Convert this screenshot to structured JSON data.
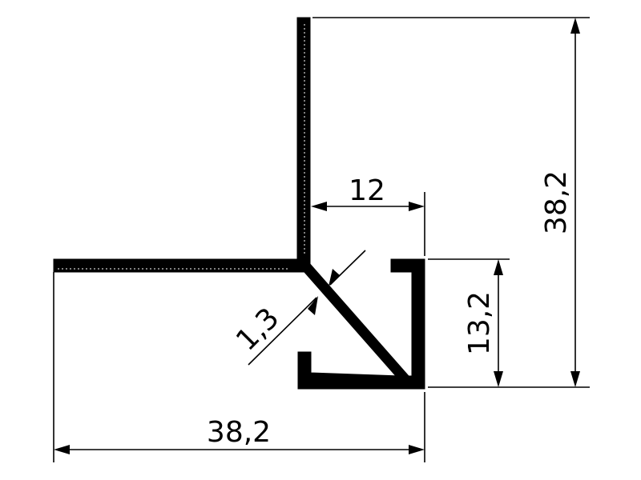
{
  "drawing": {
    "dimensions": {
      "height_total": "38,2",
      "width_total": "38,2",
      "channel_height": "13,2",
      "channel_width": "12",
      "wall_thickness": "1,3"
    }
  }
}
